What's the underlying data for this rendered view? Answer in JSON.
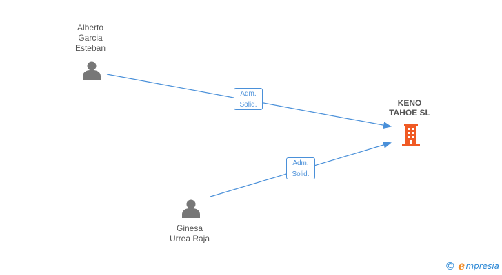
{
  "nodes": {
    "person_1": {
      "name": "Alberto\nGarcia\nEsteban",
      "icon": "person-icon"
    },
    "person_2": {
      "name": "Ginesa\nUrrea Raja",
      "icon": "person-icon"
    },
    "company": {
      "name": "KENO\nTAHOE SL",
      "icon": "building-icon"
    }
  },
  "relations": [
    {
      "line1": "Adm.",
      "line2": "Solid."
    },
    {
      "line1": "Adm.",
      "line2": "Solid."
    }
  ],
  "footer": {
    "copyright_symbol": "©",
    "brand_initial": "e",
    "brand_rest": "mpresia"
  },
  "colors": {
    "person_icon": "#777777",
    "building_icon": "#f05a24",
    "link": "#4a90d9",
    "label_text": "#555555"
  }
}
